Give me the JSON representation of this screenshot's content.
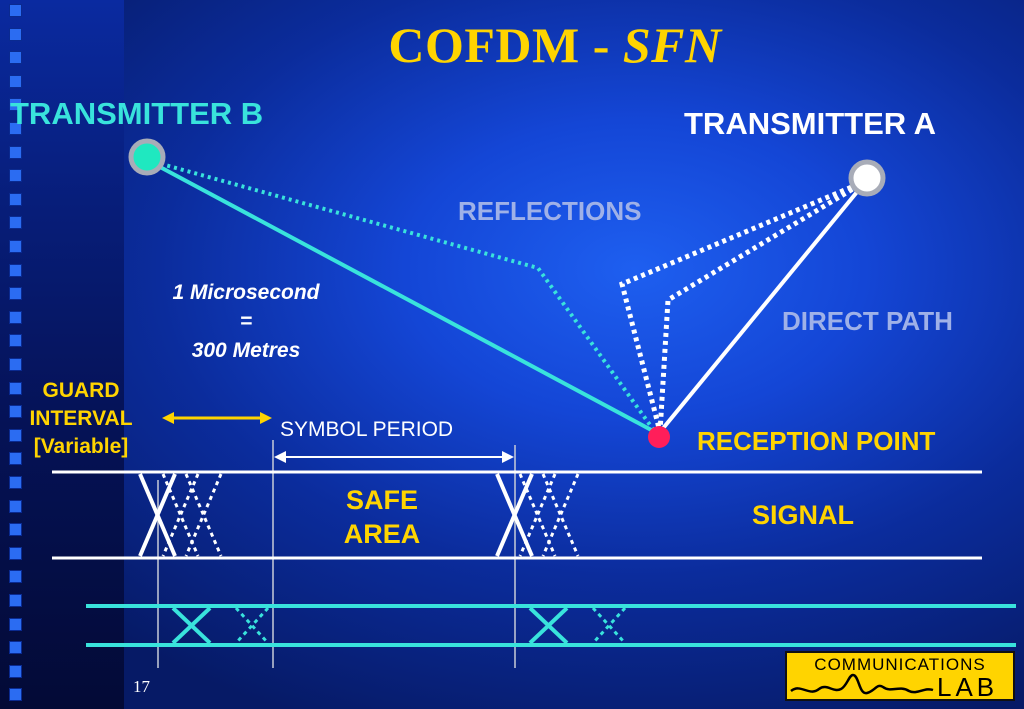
{
  "title": {
    "main": "COFDM - ",
    "emphasis": "SFN"
  },
  "transmitter_b": {
    "label": "TRANSMITTER B",
    "color": "#39e3dc"
  },
  "transmitter_a": {
    "label": "TRANSMITTER A",
    "color": "#ffffff"
  },
  "reflections": {
    "label": "REFLECTIONS"
  },
  "direct_path": {
    "label": "DIRECT PATH"
  },
  "reception_point": {
    "label": "RECEPTION POINT",
    "color": "#ff1e5a"
  },
  "timing_note": {
    "line1": "1 Microsecond",
    "line2": "=",
    "line3": "300 Metres"
  },
  "guard_interval": {
    "line1": "GUARD",
    "line2": "INTERVAL",
    "line3": "[Variable]"
  },
  "symbol_period": {
    "label": "SYMBOL PERIOD"
  },
  "safe_area": {
    "line1": "SAFE",
    "line2": "AREA"
  },
  "signal": {
    "label": "SIGNAL"
  },
  "page_number": "17",
  "logo": {
    "top_text": "COMMUNICATIONS",
    "bottom_text": "LAB"
  },
  "colors": {
    "title": "#ffd400",
    "accent_cyan": "#39e3dc",
    "label_muted": "#9fb1e8",
    "arrow_yellow": "#ffd400"
  }
}
